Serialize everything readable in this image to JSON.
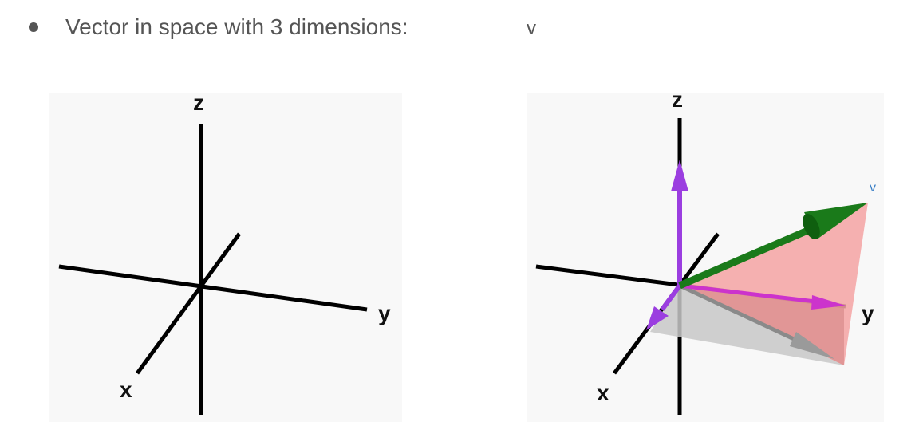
{
  "bullet": {
    "text": "Vector in space with 3 dimensions:",
    "vector_symbol": "v"
  },
  "left_diagram": {
    "axis_labels": {
      "x": "x",
      "y": "y",
      "z": "z"
    }
  },
  "right_diagram": {
    "axis_labels": {
      "x": "x",
      "y": "y",
      "z": "z"
    },
    "vector_label": "v",
    "colors": {
      "vector_v": "#1a7a1a",
      "z_component": "#9b3ee0",
      "x_component": "#9b3ee0",
      "y_component": "#cc33cc",
      "xy_projection": "#9a9a9a",
      "plane_pink": "#f4a3a3",
      "plane_gray": "#c8c8c8"
    }
  }
}
